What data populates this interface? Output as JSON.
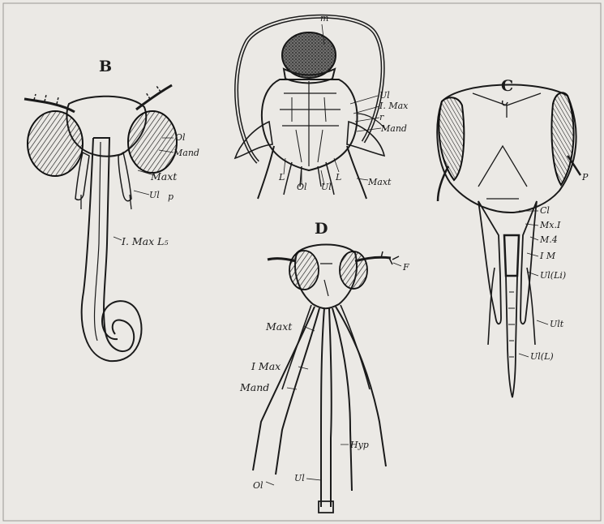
{
  "figure": {
    "panels": {
      "top": {
        "labels": {
          "m": "m",
          "ul": "Ul",
          "i_max": "I. Max",
          "r": "r",
          "mand": "Mand",
          "l_left": "L",
          "ol": "Ol",
          "ul_bottom": "Ul",
          "l_right": "L",
          "maxt": "Maxt"
        }
      },
      "b": {
        "letter": "B",
        "labels": {
          "ol": "Ol",
          "mand": "Mand",
          "maxt": "Maxt",
          "ul": "Ul",
          "p": "p",
          "i_max_ls": "I. Max L₅"
        }
      },
      "c": {
        "letter": "C",
        "labels": {
          "p": "P",
          "cl": "Cl",
          "mxi": "Mx.I",
          "mi4": "M.4",
          "im": "I M",
          "ul_li": "Ul(Li)",
          "ult": "Ult",
          "ulli": "Ul(L)"
        }
      },
      "d": {
        "letter": "D",
        "labels": {
          "f": "F",
          "maxt": "Maxt",
          "i_max": "I Max",
          "mand": "Mand",
          "hyp": "Hyp",
          "ul": "Ul",
          "ol": "Ol"
        }
      }
    }
  }
}
